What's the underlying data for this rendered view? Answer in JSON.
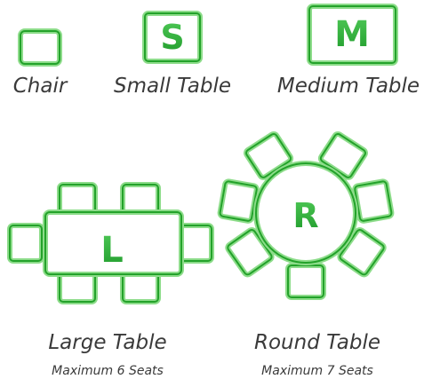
{
  "legend": {
    "chair": {
      "label": "Chair",
      "icon": "chair-icon"
    },
    "small_table": {
      "label": "Small Table",
      "letter": "S",
      "icon": "small-table-icon"
    },
    "medium_table": {
      "label": "Medium Table",
      "letter": "M",
      "icon": "medium-table-icon"
    }
  },
  "large_table": {
    "letter": "L",
    "label": "Large Table",
    "subtitle": "Maximum 6 Seats",
    "seats": 6
  },
  "round_table": {
    "letter": "R",
    "label": "Round Table",
    "subtitle": "Maximum 7 Seats",
    "seats": 7
  },
  "colors": {
    "stroke_light": "#8ddc8a",
    "stroke_dark": "#23a22a",
    "fill": "#ffffff",
    "letter": "#3cb847",
    "text": "#3a3a3a"
  }
}
